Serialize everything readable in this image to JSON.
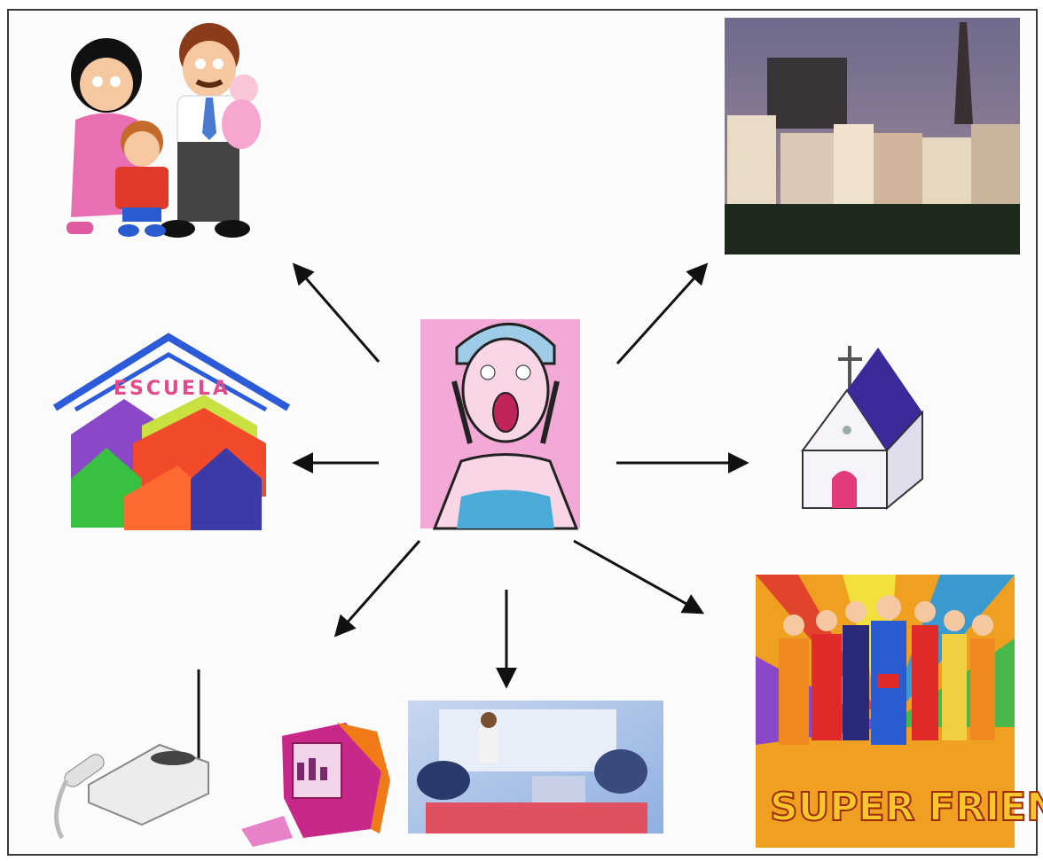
{
  "figure": {
    "school_sign": "ESCUELA",
    "cartoon_title": "SUPER FRIENDS"
  },
  "nodes": [
    {
      "id": "family",
      "icon": "family-illustration-icon"
    },
    {
      "id": "city",
      "icon": "city-skyline-photo-icon"
    },
    {
      "id": "school",
      "icon": "school-houses-drawing-icon"
    },
    {
      "id": "center",
      "icon": "screaming-teen-icon"
    },
    {
      "id": "church",
      "icon": "church-icon"
    },
    {
      "id": "telephone",
      "icon": "cordless-telephone-icon"
    },
    {
      "id": "computer",
      "icon": "computer-monitor-icon"
    },
    {
      "id": "classroom",
      "icon": "classroom-photo-icon"
    },
    {
      "id": "superfriends",
      "icon": "super-friends-cartoon-icon"
    }
  ],
  "colors": {
    "arrow": "#111111",
    "pink_bg": "#f2a9d6",
    "church_roof": "#3b2a9a",
    "church_door": "#e23a7a",
    "sky": "#7d7090"
  }
}
